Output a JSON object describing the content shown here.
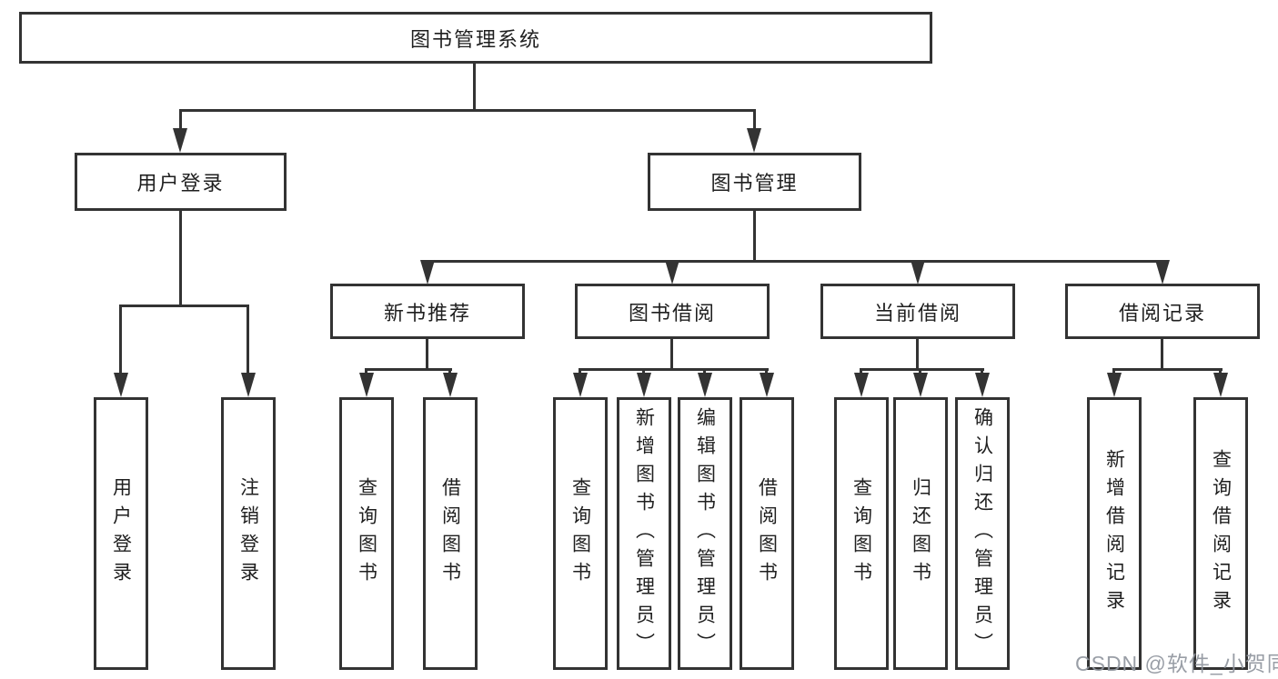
{
  "root": {
    "label": "图书管理系统",
    "children": [
      {
        "label": "用户登录",
        "children": [
          {
            "label": "用户登录"
          },
          {
            "label": "注销登录"
          }
        ]
      },
      {
        "label": "图书管理",
        "children": [
          {
            "label": "新书推荐",
            "children": [
              {
                "label": "查询图书"
              },
              {
                "label": "借阅图书"
              }
            ]
          },
          {
            "label": "图书借阅",
            "children": [
              {
                "label": "查询图书"
              },
              {
                "label": "新增图书（管理员）"
              },
              {
                "label": "编辑图书（管理员）"
              },
              {
                "label": "借阅图书"
              }
            ]
          },
          {
            "label": "当前借阅",
            "children": [
              {
                "label": "查询图书"
              },
              {
                "label": "归还图书"
              },
              {
                "label": "确认归还（管理员）"
              }
            ]
          },
          {
            "label": "借阅记录",
            "children": [
              {
                "label": "新增借阅记录"
              },
              {
                "label": "查询借阅记录"
              }
            ]
          }
        ]
      }
    ]
  },
  "watermark": {
    "text": "CSDN @软件_小贺同学"
  },
  "style": {
    "line_color": "#333333",
    "text_color": "#1f1f1f",
    "watermark_color": "#90969e",
    "background_color": "#ffffff"
  }
}
